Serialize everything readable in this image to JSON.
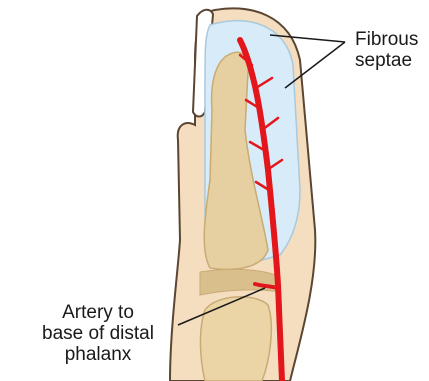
{
  "labels": {
    "septae": {
      "line1": "Fibrous",
      "line2": "septae"
    },
    "artery": {
      "line1": "Artery to",
      "line2": "base of distal",
      "line3": "phalanx"
    }
  },
  "colors": {
    "skin": "#f5ddc0",
    "skin_outline": "#5a4632",
    "nail": "#ffffff",
    "pulp": "#d7ecf8",
    "bone": "#e6cfa0",
    "bone_shadow": "#c9ab74",
    "artery": "#e3161b",
    "leader": "#1a1a1a"
  }
}
